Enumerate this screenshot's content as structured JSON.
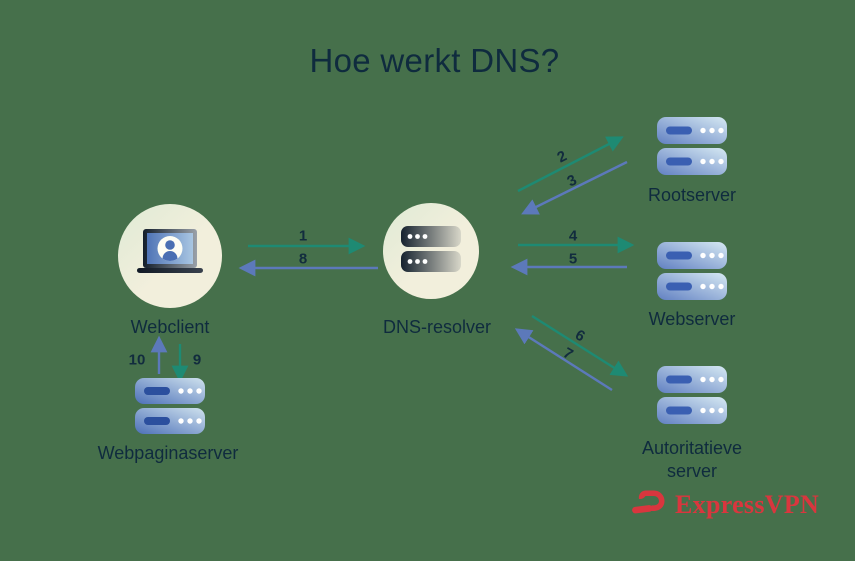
{
  "title": "Hoe werkt DNS?",
  "nodes": {
    "webclient": {
      "label": "Webclient",
      "icon": "laptop-user-icon"
    },
    "dns_resolver": {
      "label": "DNS-resolver",
      "icon": "server-stack-dark-icon"
    },
    "rootserver": {
      "label": "Rootserver",
      "icon": "server-stack-icon"
    },
    "webserver": {
      "label": "Webserver",
      "icon": "server-stack-icon"
    },
    "autoritatieve_server": {
      "label": "Autoritatieve server",
      "icon": "server-stack-icon"
    },
    "webpaginaserver": {
      "label": "Webpaginaserver",
      "icon": "server-stack-icon"
    }
  },
  "arrows": [
    {
      "label": "1",
      "from": "webclient",
      "to": "dns_resolver",
      "role": "request"
    },
    {
      "label": "2",
      "from": "dns_resolver",
      "to": "rootserver",
      "role": "request"
    },
    {
      "label": "3",
      "from": "rootserver",
      "to": "dns_resolver",
      "role": "response"
    },
    {
      "label": "4",
      "from": "dns_resolver",
      "to": "webserver",
      "role": "request"
    },
    {
      "label": "5",
      "from": "webserver",
      "to": "dns_resolver",
      "role": "response"
    },
    {
      "label": "6",
      "from": "dns_resolver",
      "to": "autoritatieve_server",
      "role": "request"
    },
    {
      "label": "7",
      "from": "autoritatieve_server",
      "to": "dns_resolver",
      "role": "response"
    },
    {
      "label": "8",
      "from": "dns_resolver",
      "to": "webclient",
      "role": "response"
    },
    {
      "label": "9",
      "from": "webclient",
      "to": "webpaginaserver",
      "role": "request"
    },
    {
      "label": "10",
      "from": "webpaginaserver",
      "to": "webclient",
      "role": "response"
    }
  ],
  "logo": {
    "brand": "ExpressVPN",
    "icon": "expressvpn-logo-icon"
  },
  "colors": {
    "background": "#46704b",
    "text_navy": "#0f2b3e",
    "request_arrow_green": "#1e8a73",
    "response_arrow_blue": "#5c79ba",
    "node_circle_cream": "#f2efdc",
    "server_blue_dark": "#3a5fb2",
    "brand_red": "#d9363e"
  }
}
